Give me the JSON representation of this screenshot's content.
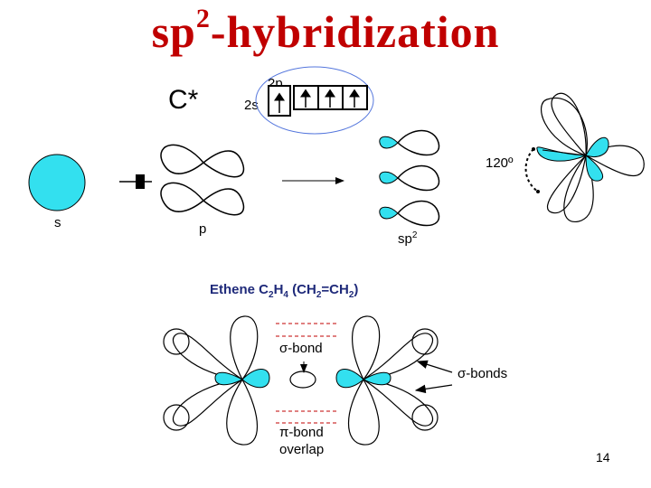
{
  "title": {
    "main": "sp",
    "sup": "2",
    "rest": "-hybridization"
  },
  "atom_label": "C*",
  "orbital_boxes": {
    "label_2s": "2s",
    "label_2p": "2p"
  },
  "orbital_labels": {
    "s": "s",
    "p": "p",
    "sp2_base": "sp",
    "sp2_sup": "2"
  },
  "angle_label": "120º",
  "ethene": {
    "prefix": "Ethene  C",
    "s1": "2",
    "h": "H",
    "s2": "4",
    "paren_open": " (CH",
    "s3": "2",
    "mid": "=CH",
    "s4": "2",
    "paren_close": ")"
  },
  "bond_labels": {
    "sigma_bond": "σ-bond",
    "sigma_bonds": "σ-bonds",
    "pi_bond": "π-bond",
    "overlap": "overlap"
  },
  "page_number": "14",
  "colors": {
    "title": "#c00000",
    "lobe_fill": "#33e0ef",
    "ethene_text": "#1f2a7a",
    "dashed_red": "#c00000",
    "circle_blue": "#5577dd"
  }
}
